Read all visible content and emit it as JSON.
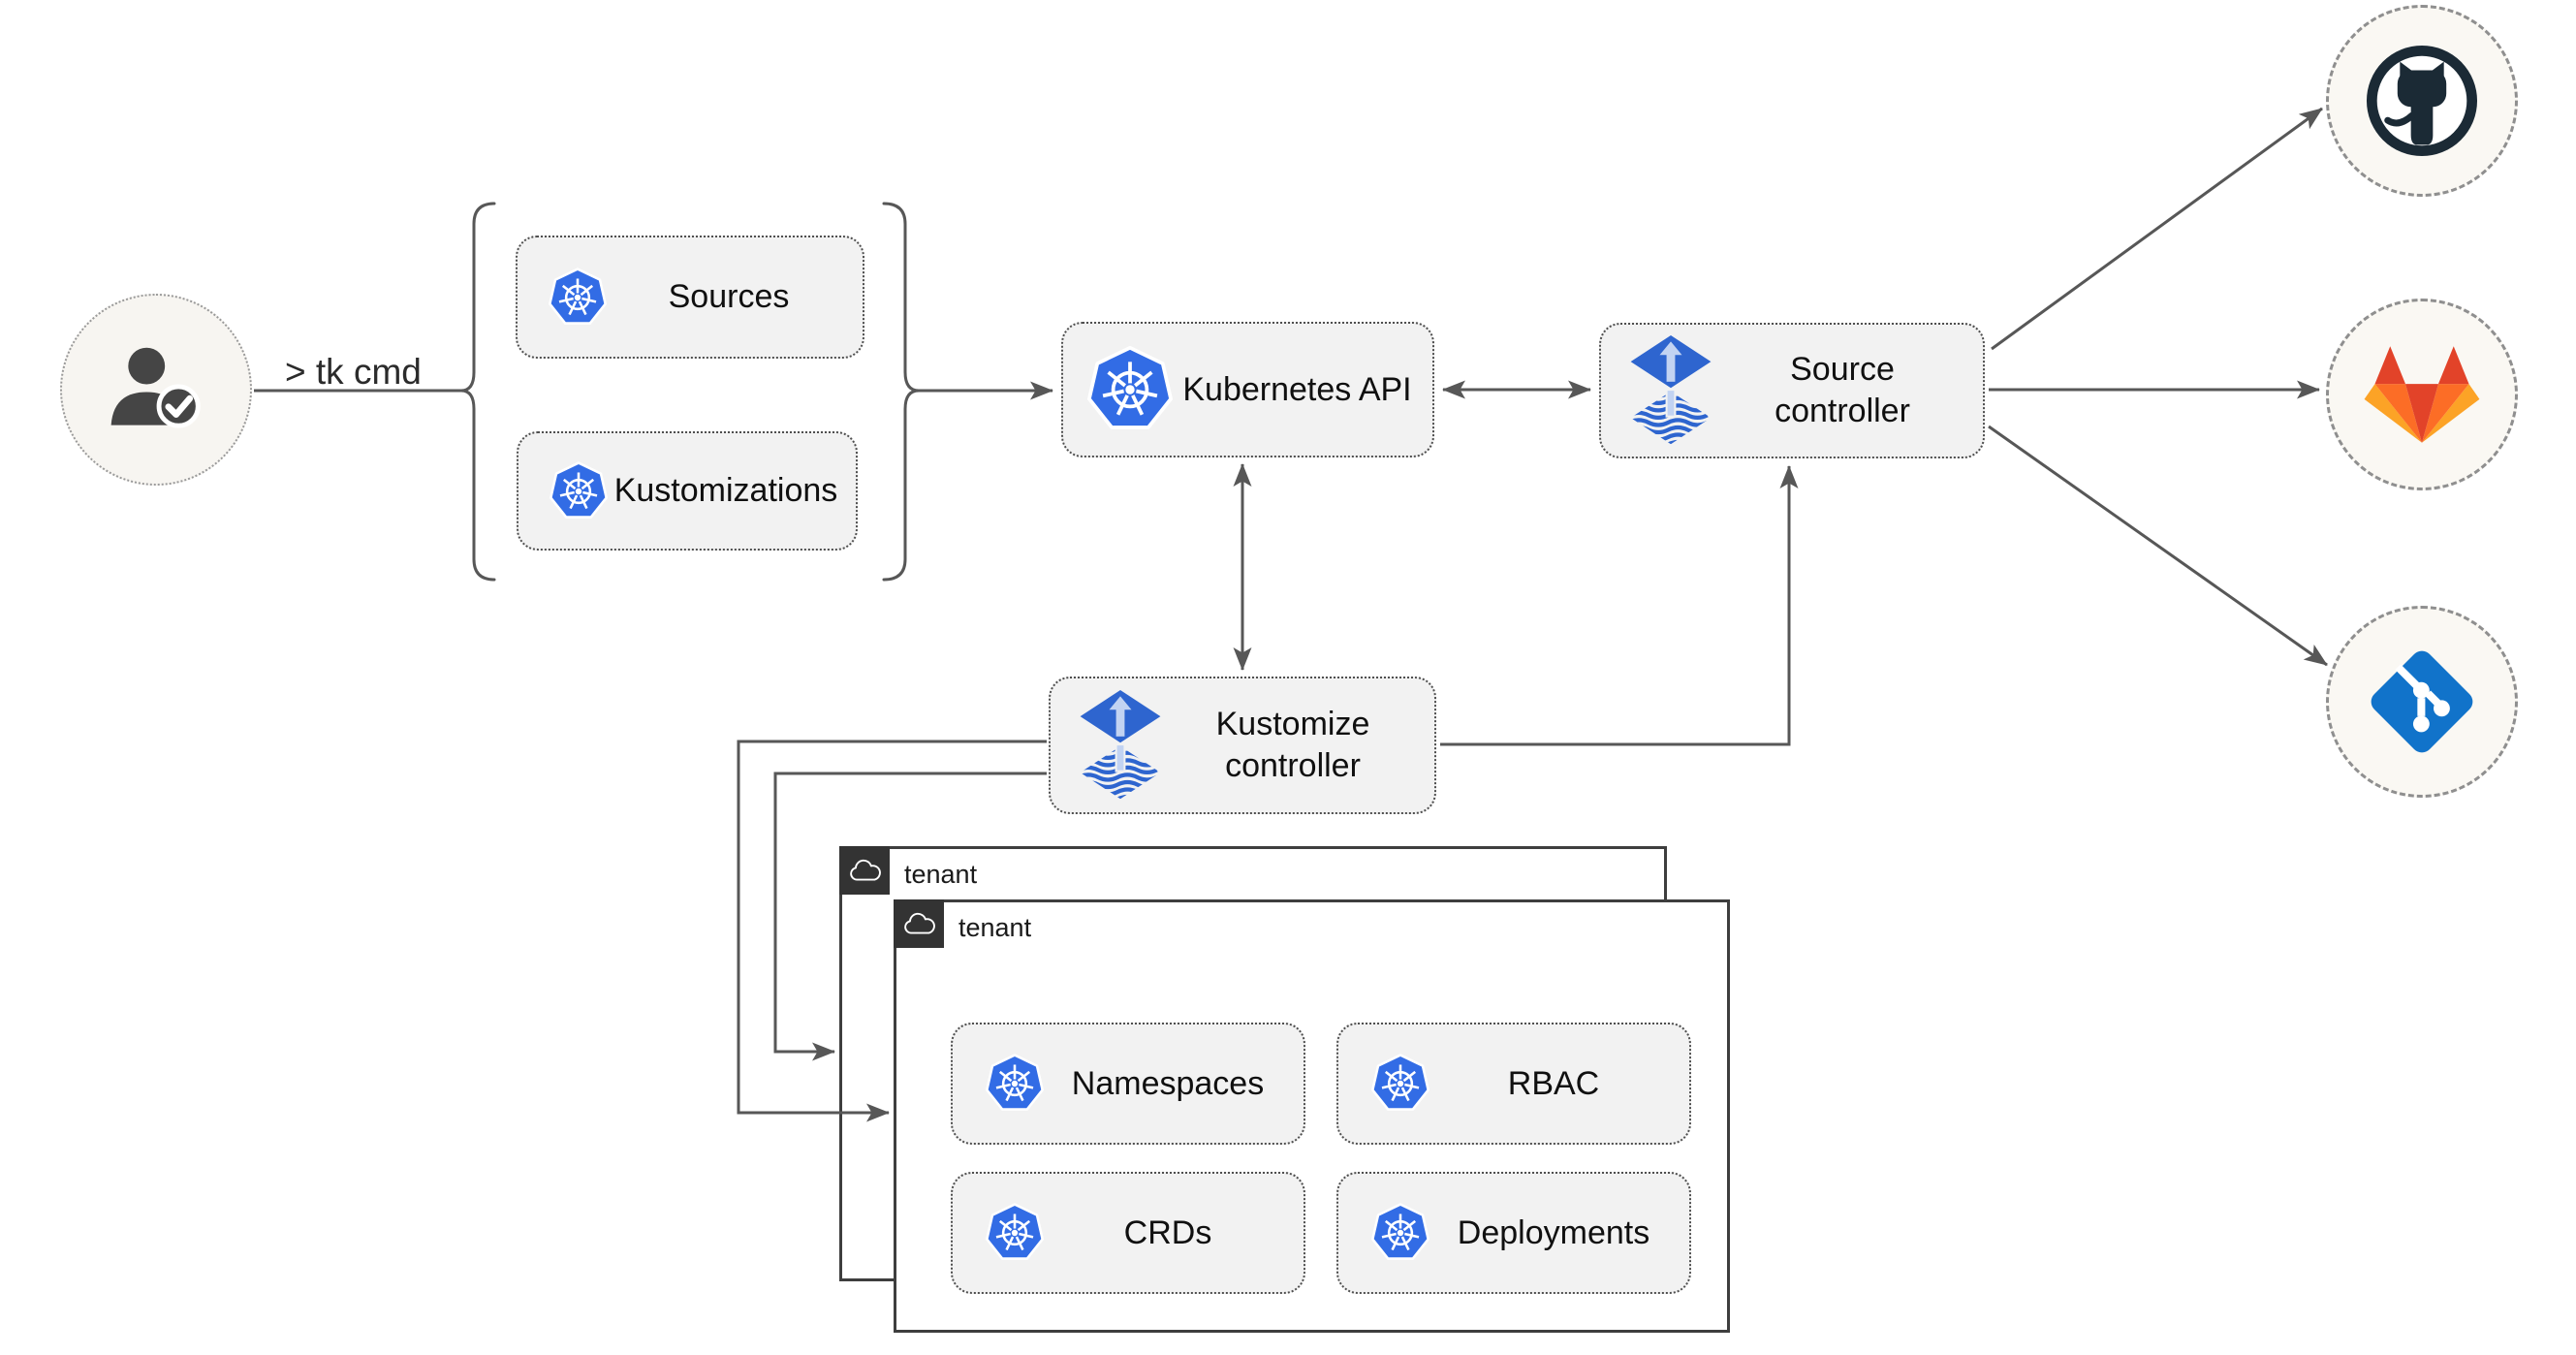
{
  "user": {
    "icon": "person-check-icon",
    "cmd_label": "> tk cmd"
  },
  "group": {
    "items": [
      {
        "label": "Sources",
        "icon": "kubernetes-icon"
      },
      {
        "label": "Kustomizations",
        "icon": "kubernetes-icon"
      }
    ]
  },
  "nodes": {
    "kubernetes_api": {
      "label": "Kubernetes API",
      "icon": "kubernetes-icon"
    },
    "source_controller": {
      "line1": "Source",
      "line2": "controller",
      "icon": "flux-icon"
    },
    "kustomize_controller": {
      "line1": "Kustomize",
      "line2": "controller",
      "icon": "flux-icon"
    }
  },
  "tenants": {
    "back": {
      "label": "tenant",
      "icon": "cloud-icon"
    },
    "front": {
      "label": "tenant",
      "icon": "cloud-icon",
      "resources": [
        {
          "label": "Namespaces",
          "icon": "kubernetes-icon"
        },
        {
          "label": "RBAC",
          "icon": "kubernetes-icon"
        },
        {
          "label": "CRDs",
          "icon": "kubernetes-icon"
        },
        {
          "label": "Deployments",
          "icon": "kubernetes-icon"
        }
      ]
    }
  },
  "repositories": [
    {
      "name": "GitHub",
      "icon": "github-octocat-icon"
    },
    {
      "name": "GitLab",
      "icon": "gitlab-fox-icon"
    },
    {
      "name": "Git",
      "icon": "git-diamond-icon"
    }
  ],
  "colors": {
    "kubernetes_blue": "#326CE5",
    "flux_blue": "#2E65CF",
    "flux_arrow_light": "#C2D3F2",
    "github_dark": "#1B2A35",
    "gitlab_dark_orange": "#E24329",
    "gitlab_orange": "#FC6D26",
    "gitlab_light_orange": "#FCA326",
    "git_blue": "#1173CA",
    "wire_gray": "#575757",
    "node_fill": "#F2F2F2",
    "node_border": "#4F4F4F",
    "window_border": "#3E3E3E",
    "tab_background": "#333333",
    "user_icon_gray": "#454545"
  }
}
